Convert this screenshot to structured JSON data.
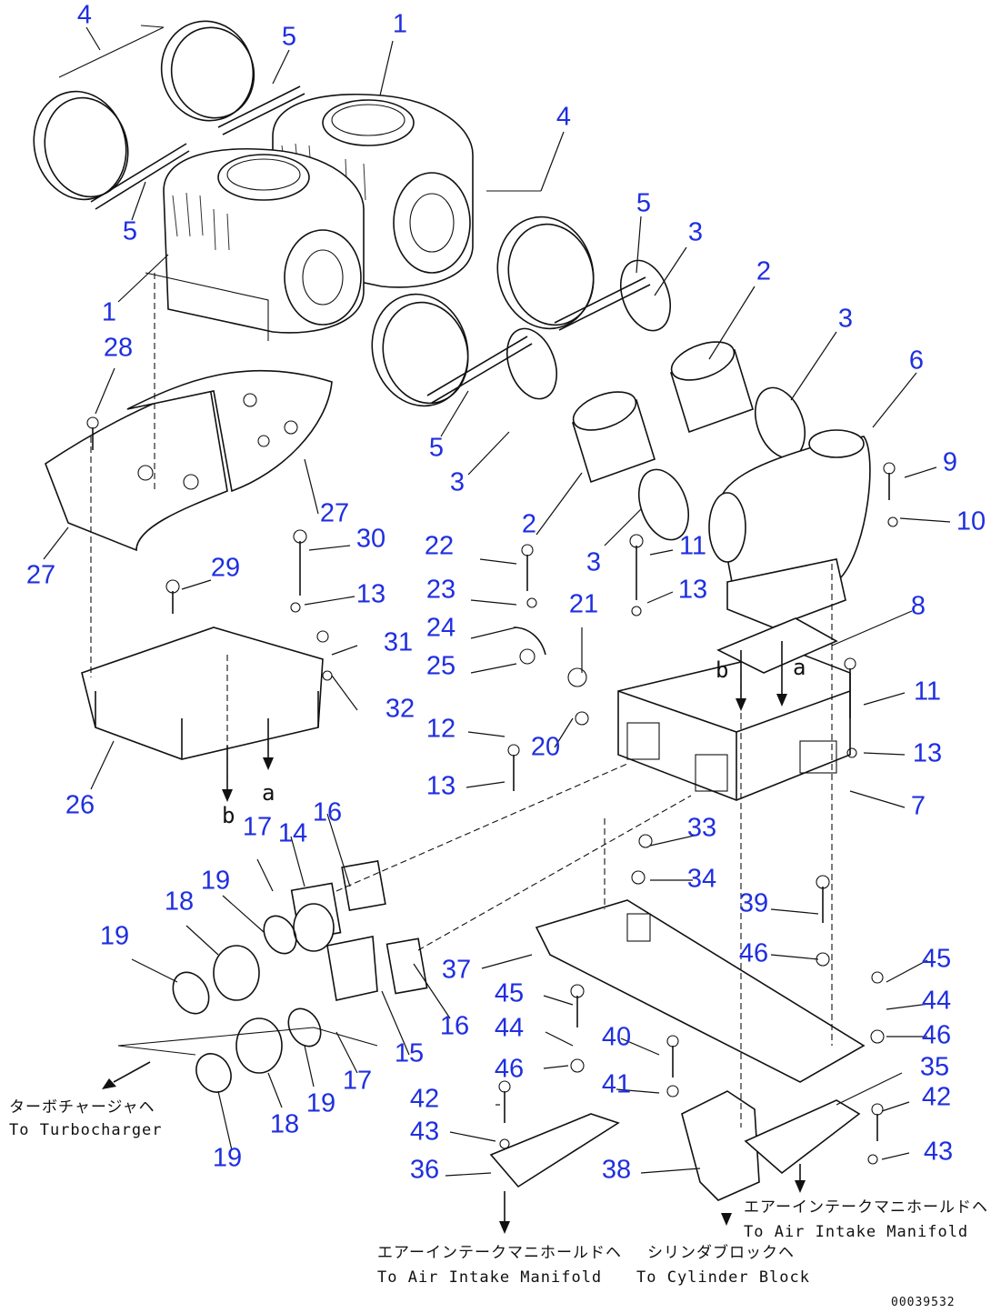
{
  "labels": [
    {
      "text": "1"
    },
    {
      "text": "1"
    },
    {
      "text": "2"
    },
    {
      "text": "2"
    },
    {
      "text": "3"
    },
    {
      "text": "3"
    },
    {
      "text": "3"
    },
    {
      "text": "3"
    },
    {
      "text": "4"
    },
    {
      "text": "4"
    },
    {
      "text": "5"
    },
    {
      "text": "5"
    },
    {
      "text": "5"
    },
    {
      "text": "5"
    },
    {
      "text": "6"
    },
    {
      "text": "7"
    },
    {
      "text": "8"
    },
    {
      "text": "9"
    },
    {
      "text": "10"
    },
    {
      "text": "11"
    },
    {
      "text": "11"
    },
    {
      "text": "12"
    },
    {
      "text": "13"
    },
    {
      "text": "13"
    },
    {
      "text": "13"
    },
    {
      "text": "13"
    },
    {
      "text": "14"
    },
    {
      "text": "15"
    },
    {
      "text": "16"
    },
    {
      "text": "16"
    },
    {
      "text": "17"
    },
    {
      "text": "17"
    },
    {
      "text": "18"
    },
    {
      "text": "18"
    },
    {
      "text": "19"
    },
    {
      "text": "19"
    },
    {
      "text": "19"
    },
    {
      "text": "19"
    },
    {
      "text": "20"
    },
    {
      "text": "21"
    },
    {
      "text": "22"
    },
    {
      "text": "23"
    },
    {
      "text": "24"
    },
    {
      "text": "25"
    },
    {
      "text": "26"
    },
    {
      "text": "27"
    },
    {
      "text": "27"
    },
    {
      "text": "28"
    },
    {
      "text": "29"
    },
    {
      "text": "30"
    },
    {
      "text": "31"
    },
    {
      "text": "32"
    },
    {
      "text": "33"
    },
    {
      "text": "34"
    },
    {
      "text": "35"
    },
    {
      "text": "36"
    },
    {
      "text": "37"
    },
    {
      "text": "38"
    },
    {
      "text": "39"
    },
    {
      "text": "40"
    },
    {
      "text": "41"
    },
    {
      "text": "42"
    },
    {
      "text": "42"
    },
    {
      "text": "43"
    },
    {
      "text": "43"
    },
    {
      "text": "44"
    },
    {
      "text": "44"
    },
    {
      "text": "45"
    },
    {
      "text": "45"
    },
    {
      "text": "46"
    },
    {
      "text": "46"
    },
    {
      "text": "46"
    }
  ],
  "destinations": {
    "turbocharger_jp": "ターボチャージャヘ",
    "turbocharger_en": "To Turbocharger",
    "intake_left_jp": "エアーインテークマニホールドヘ",
    "intake_left_en": "To Air Intake Manifold",
    "cylinder_jp": "シリンダブロックヘ",
    "cylinder_en": "To Cylinder Block",
    "intake_right_jp": "エアーインテークマニホールドヘ",
    "intake_right_en": "To Air Intake Manifold"
  },
  "ref_letters": {
    "a1": "a",
    "a2": "a",
    "b1": "b",
    "b2": "b"
  },
  "drawing_code": "00039532",
  "colors": {
    "callout": "#1f2fe0",
    "line": "#111111"
  }
}
